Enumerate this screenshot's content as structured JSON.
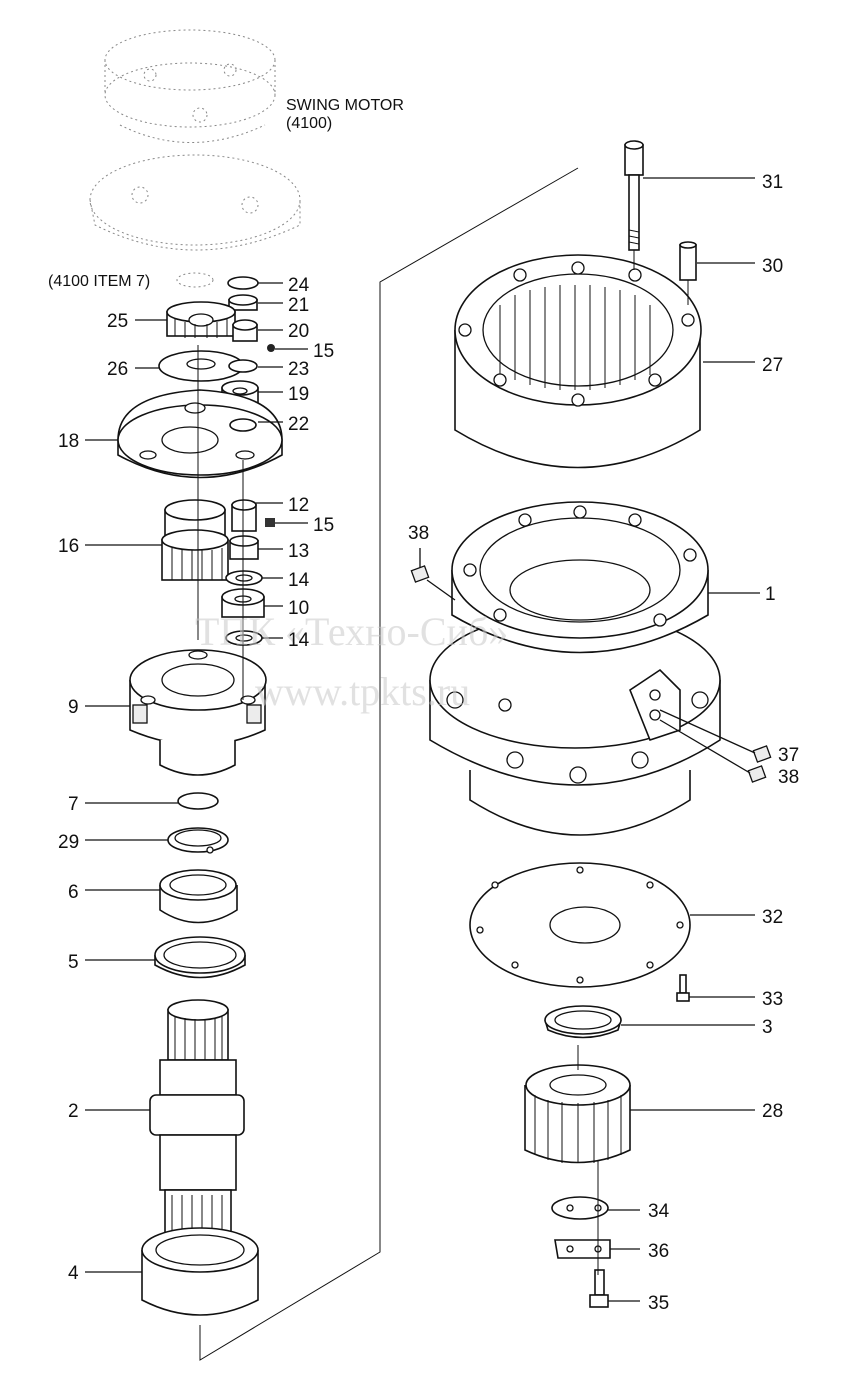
{
  "header": {
    "motor_title": "SWING MOTOR",
    "motor_code": "(4100)",
    "ref_label": "(4100 ITEM 7)"
  },
  "watermark": {
    "line1": "ТПК «Техно-Сиб»",
    "line2": "www.tpkts.ru"
  },
  "callouts": [
    {
      "id": "c31",
      "text": "31"
    },
    {
      "id": "c30",
      "text": "30"
    },
    {
      "id": "c27",
      "text": "27"
    },
    {
      "id": "c24",
      "text": "24"
    },
    {
      "id": "c21",
      "text": "21"
    },
    {
      "id": "c25",
      "text": "25"
    },
    {
      "id": "c20",
      "text": "20"
    },
    {
      "id": "c15a",
      "text": "15"
    },
    {
      "id": "c26",
      "text": "26"
    },
    {
      "id": "c23",
      "text": "23"
    },
    {
      "id": "c19",
      "text": "19"
    },
    {
      "id": "c18",
      "text": "18"
    },
    {
      "id": "c22",
      "text": "22"
    },
    {
      "id": "c12",
      "text": "12"
    },
    {
      "id": "c15b",
      "text": "15"
    },
    {
      "id": "c16",
      "text": "16"
    },
    {
      "id": "c13",
      "text": "13"
    },
    {
      "id": "c14a",
      "text": "14"
    },
    {
      "id": "c10",
      "text": "10"
    },
    {
      "id": "c14b",
      "text": "14"
    },
    {
      "id": "c9",
      "text": "9"
    },
    {
      "id": "c38a",
      "text": "38"
    },
    {
      "id": "c1",
      "text": "1"
    },
    {
      "id": "c37",
      "text": "37"
    },
    {
      "id": "c38b",
      "text": "38"
    },
    {
      "id": "c7",
      "text": "7"
    },
    {
      "id": "c29",
      "text": "29"
    },
    {
      "id": "c6",
      "text": "6"
    },
    {
      "id": "c5",
      "text": "5"
    },
    {
      "id": "c32",
      "text": "32"
    },
    {
      "id": "c33",
      "text": "33"
    },
    {
      "id": "c3",
      "text": "3"
    },
    {
      "id": "c28",
      "text": "28"
    },
    {
      "id": "c2",
      "text": "2"
    },
    {
      "id": "c34",
      "text": "34"
    },
    {
      "id": "c36",
      "text": "36"
    },
    {
      "id": "c4",
      "text": "4"
    },
    {
      "id": "c35",
      "text": "35"
    }
  ]
}
